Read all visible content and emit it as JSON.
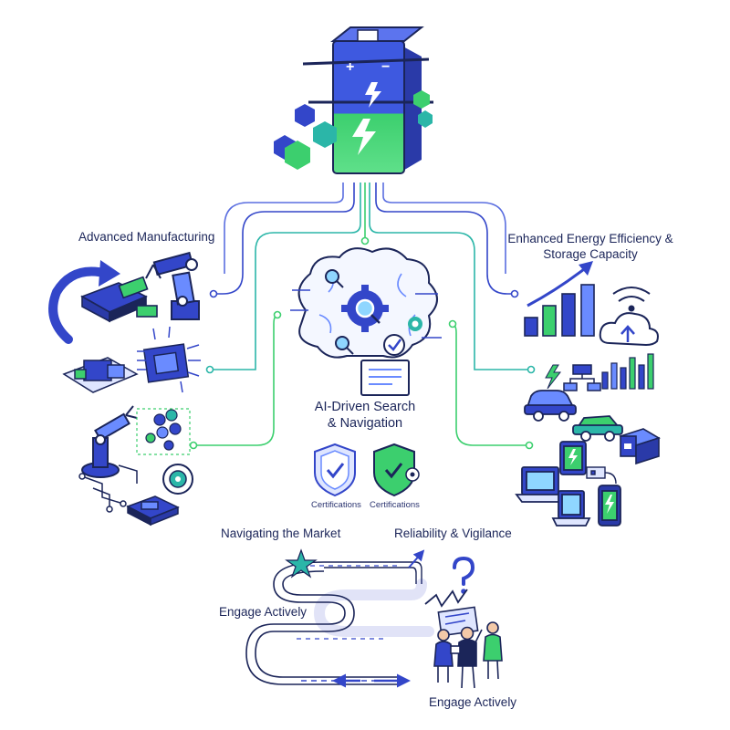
{
  "labels": {
    "advanced_manufacturing": "Advanced Manufacturing",
    "energy_efficiency_line1": "Enhanced Energy Efficiency &",
    "energy_efficiency_line2": "Storage Capacity",
    "ai_search_line1": "AI-Driven Search",
    "ai_search_line2": "& Navigation",
    "certification_left": "Certifications",
    "certification_right": "Certifications",
    "navigating_market": "Navigating the Market",
    "reliability": "Reliability & Vigilance",
    "engage_left": "Engage Actively",
    "engage_bottom": "Engage Actively"
  },
  "battery": {
    "plus_symbol": "+",
    "minus_symbol": "−"
  },
  "colors": {
    "primary_blue": "#3346c9",
    "dark_navy": "#1b2559",
    "accent_green": "#3ccf6e",
    "teal": "#2bb6a8",
    "light_blue": "#6a8bff",
    "background": "#ffffff"
  },
  "icons": [
    "battery-icon",
    "hexagon-icon",
    "brain-icon",
    "gear-icon",
    "magnifier-icon",
    "robot-arm-icon",
    "circuit-chip-icon",
    "bar-chart-icon",
    "cloud-icon",
    "wifi-icon",
    "car-icon",
    "electric-car-icon",
    "laptop-icon",
    "phone-icon",
    "shield-check-icon",
    "star-icon",
    "question-mark-icon",
    "people-icon"
  ]
}
